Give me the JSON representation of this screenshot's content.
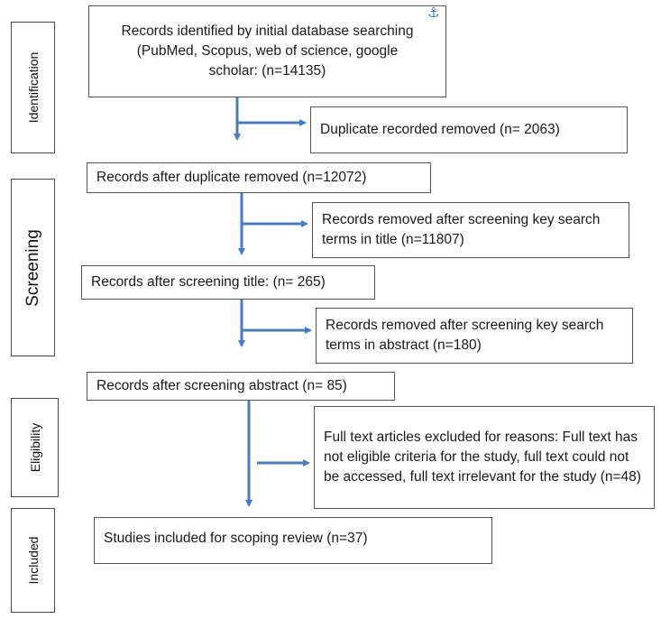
{
  "phases": [
    {
      "label": "Identification"
    },
    {
      "label": "Screening"
    },
    {
      "label": "Eligibility"
    },
    {
      "label": "Included"
    }
  ],
  "boxes": {
    "identified": "Records identified by initial database searching (PubMed, Scopus, web of science, google scholar: (n=14135)",
    "duplicates_removed": "Duplicate recorded removed (n= 2063)",
    "after_duplicates": "Records after duplicate removed (n=12072)",
    "removed_title": "Records removed after screening key search terms in title (n=11807)",
    "after_title": "Records after screening title: (n= 265)",
    "removed_abstract": "Records removed after screening key search terms in abstract (n=180)",
    "after_abstract": "Records after screening abstract (n= 85)",
    "fulltext_excluded": "Full text articles excluded for reasons: Full text has not eligible criteria for the study, full text could not be accessed, full text irrelevant for the study (n=48)",
    "included": "Studies included for scoping review (n=37)"
  },
  "colors": {
    "arrow": "#4a7db8",
    "border": "#555555"
  },
  "icons": {
    "corner": "anchor-icon"
  }
}
